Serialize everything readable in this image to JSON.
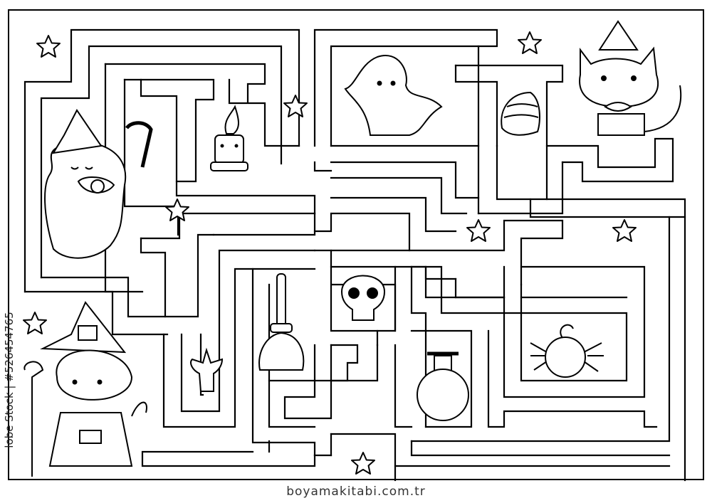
{
  "page": {
    "footer_text": "boyamakitabi.com.tr",
    "stock_id": "lobe Stock | #526454765",
    "line_color": "#000000",
    "background_color": "#ffffff",
    "star_fill": "#ffffff"
  },
  "characters": [
    {
      "name": "ghost-witch-icon",
      "desc": "ghost wearing witch hat holding candy cane"
    },
    {
      "name": "candle-icon"
    },
    {
      "name": "ghost-icon"
    },
    {
      "name": "candy-corn-icon"
    },
    {
      "name": "cat-witch-icon"
    },
    {
      "name": "broom-icon"
    },
    {
      "name": "skull-icon"
    },
    {
      "name": "hand-icon"
    },
    {
      "name": "potion-icon"
    },
    {
      "name": "spider-icon"
    },
    {
      "name": "girl-witch-icon"
    }
  ]
}
